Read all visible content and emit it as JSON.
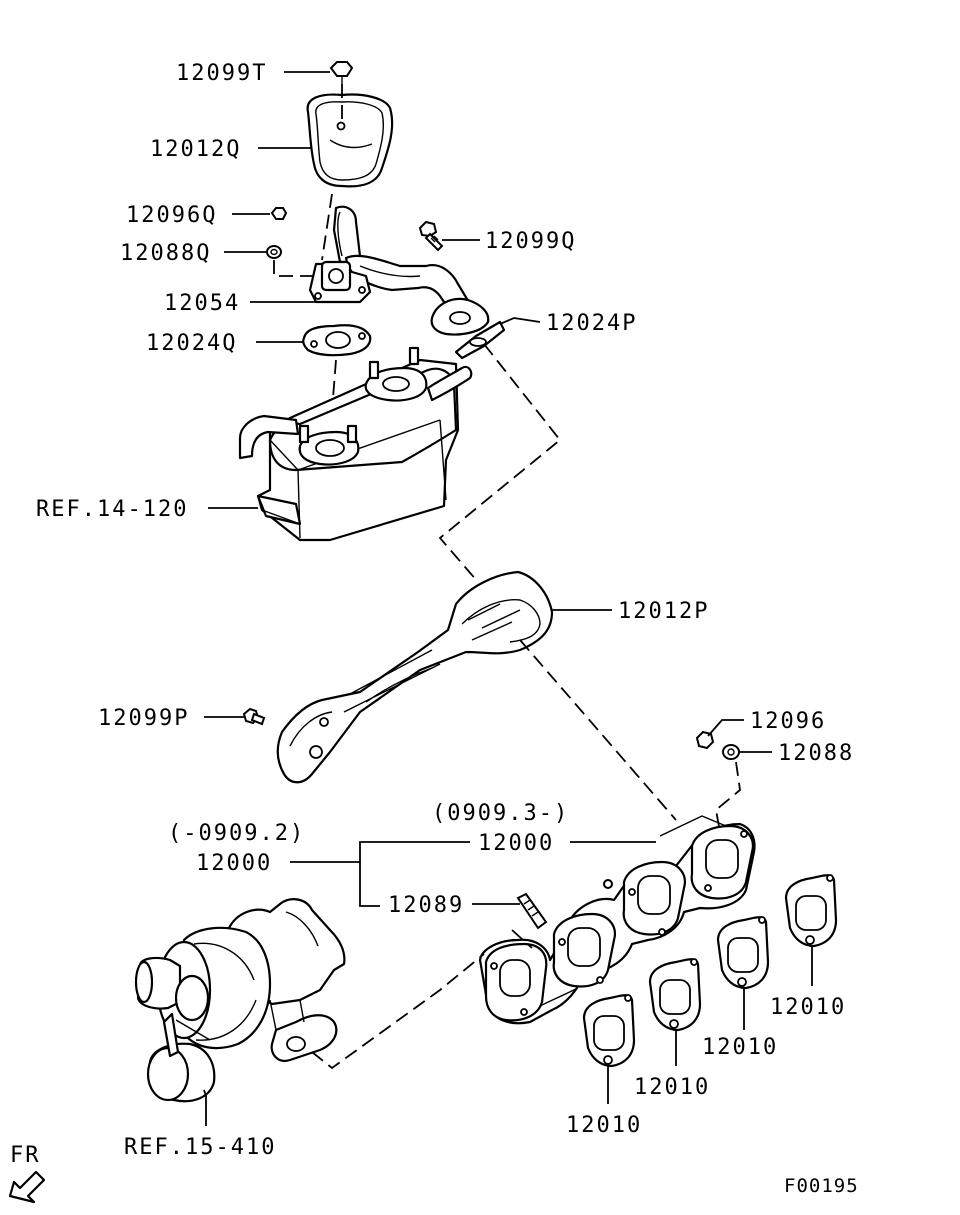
{
  "labels": {
    "bolt_top": "12099T",
    "heat_cover_upper": "12012Q",
    "nut_upper": "12096Q",
    "washer_upper": "12088Q",
    "bolt_upper_right": "12099Q",
    "pipe_assembly": "12054",
    "gasket_right": "12024P",
    "gasket_left": "12024Q",
    "ref_cooler": "REF.14-120",
    "heat_cover_lower": "12012P",
    "bolt_lower": "12099P",
    "nut_lower": "12096",
    "washer_lower": "12088",
    "date_range_new": "(0909.3-)",
    "manifold_new": "12000",
    "date_range_old": "(-0909.2)",
    "manifold_old": "12000",
    "stud": "12089",
    "gasket_1": "12010",
    "gasket_2": "12010",
    "gasket_3": "12010",
    "gasket_4": "12010",
    "ref_turbo": "REF.15-410",
    "front_indicator": "FR",
    "figure_code": "F00195"
  }
}
